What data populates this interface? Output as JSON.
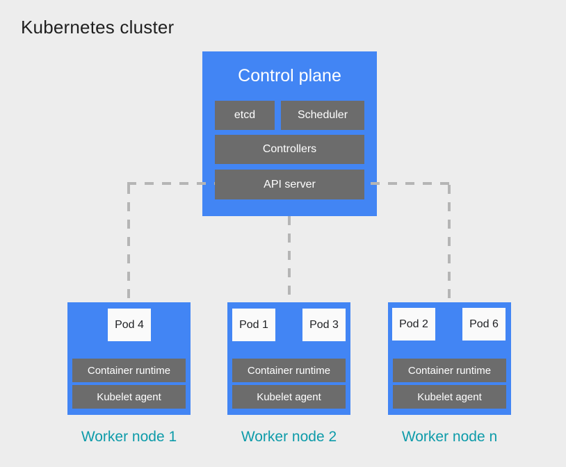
{
  "title": "Kubernetes cluster",
  "control_plane": {
    "title": "Control plane",
    "components": {
      "etcd": "etcd",
      "scheduler": "Scheduler",
      "controllers": "Controllers",
      "api_server": "API server"
    }
  },
  "worker_nodes": [
    {
      "label": "Worker node 1",
      "pods": [
        "Pod 4"
      ],
      "runtime": "Container runtime",
      "agent": "Kubelet agent"
    },
    {
      "label": "Worker node 2",
      "pods": [
        "Pod 1",
        "Pod 3"
      ],
      "runtime": "Container runtime",
      "agent": "Kubelet agent"
    },
    {
      "label": "Worker node n",
      "pods": [
        "Pod 2",
        "Pod 6"
      ],
      "runtime": "Container runtime",
      "agent": "Kubelet agent"
    }
  ],
  "colors": {
    "background": "#ededed",
    "node_blue": "#4285f4",
    "component_gray": "#6c6c6c",
    "pod_white": "#fafafa",
    "worker_label_teal": "#0d9ba9",
    "connector_gray": "#b5b5b5",
    "title_text": "#1f1f1f",
    "component_text": "#ffffff",
    "pod_text": "#202124"
  }
}
